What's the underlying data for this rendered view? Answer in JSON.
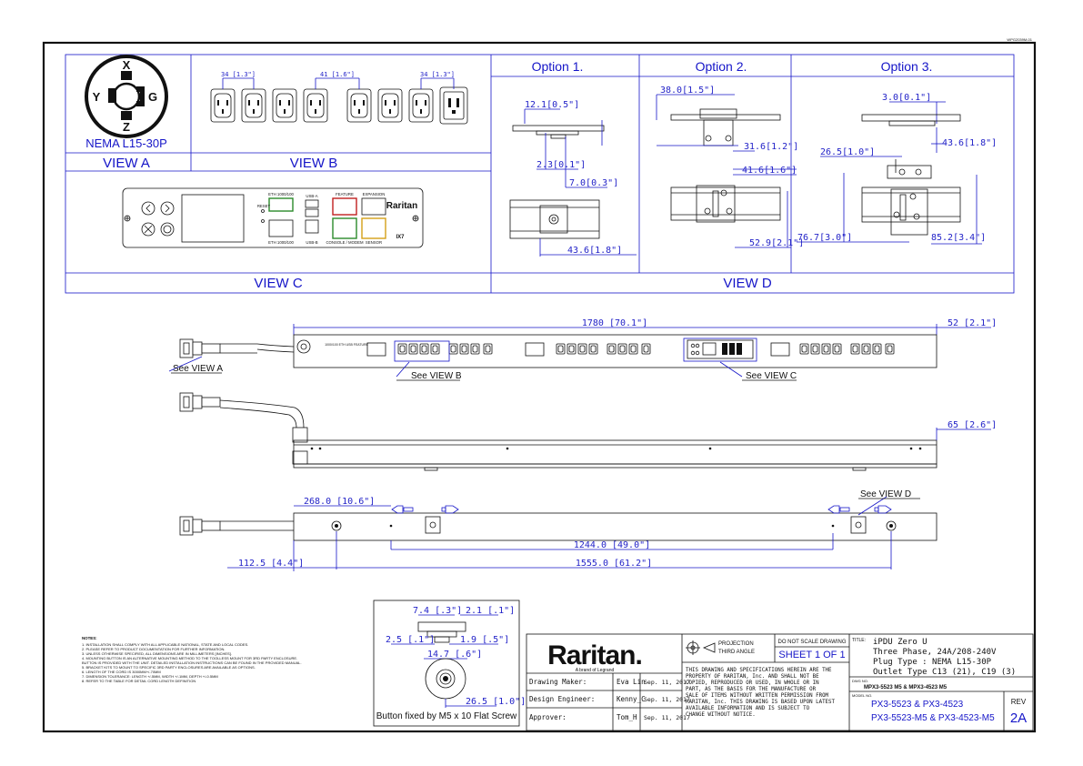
{
  "corner_code": "WPG2039M-01",
  "view_a": {
    "plug_title": "NEMA L15-30P",
    "view_label": "VIEW A",
    "pins": [
      "X",
      "Y",
      "G",
      "Z"
    ]
  },
  "view_b": {
    "view_label": "VIEW B",
    "dims": [
      "34 [1.3\"]",
      "41 [1.6\"]",
      "34 [1.3\"]"
    ]
  },
  "view_c": {
    "view_label": "VIEW C",
    "brand": "Raritan",
    "brand_sub": "IX7",
    "port_labels": [
      "ETH 1000/100",
      "USB-A",
      "FEATURE",
      "EXPANSION",
      "RESET",
      "ETH 1000/100",
      "USB-B",
      "CONSOLE / MODEM",
      "SENSOR"
    ]
  },
  "view_d": {
    "view_label": "VIEW D",
    "options": [
      {
        "title": "Option 1.",
        "dims": [
          "12.1[0.5\"]",
          "2.3[0.1\"]",
          "7.0[0.3\"]",
          "43.6[1.8\"]"
        ]
      },
      {
        "title": "Option  2.",
        "dims": [
          "38.0[1.5\"]",
          "31.6[1.2\"]",
          "41.6[1.6\"]",
          "52.9[2.1\"]"
        ]
      },
      {
        "title": "Option 3.",
        "dims": [
          "3.0[0.1\"]",
          "26.5[1.0\"]",
          "43.6[1.8\"]",
          "76.7[3.0\"]",
          "85.2[3.4\"]"
        ]
      }
    ]
  },
  "main_views": {
    "length_dim": "1780 [70.1\"]",
    "width_dim": "52 [2.1\"]",
    "depth_dim": "65 [2.6\"]",
    "mount_dims": [
      "268.0 [10.6\"]",
      "1244.0 [49.0\"]",
      "1555.0 [61.2\"]",
      "112.5 [4.4\"]"
    ],
    "callouts": [
      "See VIEW A",
      "See VIEW B",
      "See VIEW C",
      "See VIEW D"
    ],
    "panel_text": "1000/100 ETH\nUSB\nFEATURE"
  },
  "button_detail": {
    "dims": [
      "7.4 [.3\"]",
      "2.1 [.1\"]",
      "2.5 [.1\"]",
      "1.9 [.5\"]",
      "14.7 [.6\"]",
      "26.5 [1.0\"]"
    ],
    "caption": "Button fixed by M5 x 10 Flat Screw"
  },
  "notes": {
    "heading": "NOTES:",
    "lines": [
      "1. INSTALLATION SHALL COMPLY WITH ALL APPLICABLE NATIONAL, STATE AND LOCAL CODES.",
      "2. PLEASE REFER TO PRODUCT DOCUMENTATION FOR FURTHER INFORMATION.",
      "3. UNLESS OTHERWISE SPECIFIED, ALL DIMENSIONS ARE IN MILLIMETERS [INCHES].",
      "4. MOUNTING BUTTON IS AN ALTERNATIVE MOUNTING METHOD TO THE TOOLLESS MOUNT FOR 3RD PARTY ENCLOSURE.",
      "   BUTTON IS PROVIDED WITH THE UNIT. DETAILED INSTALLATION INSTRUCTIONS CAN BE FOUND IN THE PROVIDED MANUAL.",
      "5. BRACKET KITS TO MOUNT TO SPECIFIC 3RD PARTY ENCLOSURES ARE AVAILABLE AS OPTIONS.",
      "6. LENGTH OF THE CORD IS 3000MM+/-70MM",
      "7. DIMENSION TOLERANCE: LENGTH +/-5MM, WIDTH +/-1MM, DEPTH +/-0.5MM",
      "8. REFER TO THE TABLE FOR DETAIL CORD LENGTH DEFINITION"
    ]
  },
  "title_block": {
    "logo": "Raritan.",
    "logo_tag": "A brand of Legrand",
    "projection": "PROJECTION",
    "third_angle": "THIRD ANGLE",
    "do_not_scale": "DO NOT SCALE DRAWING",
    "sheet": "SHEET 1 OF 1",
    "roles": [
      {
        "label": "Drawing Maker:",
        "name": "Eva Lin",
        "date": "Sep. 11, 2017"
      },
      {
        "label": "Design Engineer:",
        "name": "Kenny_C",
        "date": "Sep. 11, 2017"
      },
      {
        "label": "Approver:",
        "name": "Tom_H",
        "date": "Sep. 11, 2017"
      }
    ],
    "legal": [
      "THIS DRAWING AND SPECIFICATIONS HEREIN ARE THE",
      "PROPERTY OF RARITAN, Inc. AND SHALL NOT BE",
      "COPIED, REPRODUCED OR USED, IN WHOLE OR IN",
      "PART, AS THE BASIS FOR THE MANUFACTURE OR",
      "SALE OF ITEMS WITHOUT WRITTEN PERMISSION FROM",
      "RARITAN, Inc. THIS DRAWING IS BASED UPON LATEST",
      "AVAILABLE INFORMATION AND IS SUBJECT TO",
      "CHANGE WITHOUT NOTICE."
    ],
    "title_label": "TITLE:",
    "title_lines": [
      "iPDU Zero U",
      "Three Phase, 24A/208-240V",
      "Plug Type : NEMA L15-30P",
      "Outlet Type  C13 (21), C19 (3)"
    ],
    "dwg_label": "DWG NO.",
    "dwg_no": "MPX3-5523 M5 & MPX3-4523 M5",
    "model_label": "MODEL NO.",
    "model_lines": [
      "PX3-5523 & PX3-4523",
      "PX3-5523-M5 & PX3-4523-M5"
    ],
    "rev_label": "REV",
    "rev": "2A"
  }
}
